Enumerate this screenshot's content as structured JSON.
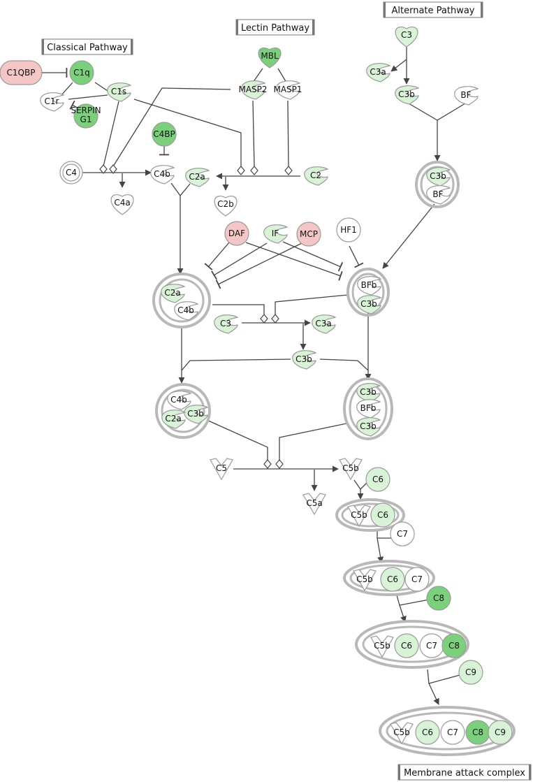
{
  "colors": {
    "light_green": "#d9f3d6",
    "green": "#7bd17b",
    "pink": "#f5c6c6",
    "white": "#ffffff",
    "complex_ring": "#b8b8b8",
    "edge": "#444444"
  },
  "pathway_boxes": [
    {
      "id": "classical",
      "label": "Classical Pathway"
    },
    {
      "id": "lectin",
      "label": "Lectin Pathway"
    },
    {
      "id": "alternate",
      "label": "Alternate Pathway"
    },
    {
      "id": "mac",
      "label": "Membrane attack complex"
    }
  ],
  "nodes": [
    {
      "id": "C1QBP",
      "label": "C1QBP",
      "shape": "dumbbell",
      "fill": "pink"
    },
    {
      "id": "C1q",
      "label": "C1q",
      "shape": "circle",
      "fill": "green"
    },
    {
      "id": "C1r",
      "label": "C1r",
      "shape": "enzyme",
      "fill": "white"
    },
    {
      "id": "C1s",
      "label": "C1s",
      "shape": "enzyme",
      "fill": "light_green"
    },
    {
      "id": "SERPING1",
      "label": "SERPIN G1",
      "shape": "circle",
      "fill": "green"
    },
    {
      "id": "MBL",
      "label": "MBL",
      "shape": "heart",
      "fill": "green"
    },
    {
      "id": "MASP2",
      "label": "MASP2",
      "shape": "enzyme",
      "fill": "light_green"
    },
    {
      "id": "MASP1",
      "label": "MASP1",
      "shape": "enzyme",
      "fill": "white"
    },
    {
      "id": "C4BP",
      "label": "C4BP",
      "shape": "circle",
      "fill": "green"
    },
    {
      "id": "C4",
      "label": "C4",
      "shape": "double-circle",
      "fill": "white"
    },
    {
      "id": "C4b",
      "label": "C4b",
      "shape": "enzyme",
      "fill": "white"
    },
    {
      "id": "C4a",
      "label": "C4a",
      "shape": "heart",
      "fill": "white"
    },
    {
      "id": "C2a",
      "label": "C2a",
      "shape": "enzyme",
      "fill": "light_green"
    },
    {
      "id": "C2",
      "label": "C2",
      "shape": "enzyme",
      "fill": "light_green"
    },
    {
      "id": "C2b",
      "label": "C2b",
      "shape": "heart",
      "fill": "white"
    },
    {
      "id": "C3_alt",
      "label": "C3",
      "shape": "heart",
      "fill": "light_green"
    },
    {
      "id": "C3a_alt",
      "label": "C3a",
      "shape": "enzyme",
      "fill": "light_green"
    },
    {
      "id": "C3b_alt",
      "label": "C3b",
      "shape": "enzyme",
      "fill": "light_green"
    },
    {
      "id": "BF",
      "label": "BF",
      "shape": "enzyme",
      "fill": "white"
    },
    {
      "id": "DAF",
      "label": "DAF",
      "shape": "circle",
      "fill": "pink"
    },
    {
      "id": "IF",
      "label": "IF",
      "shape": "enzyme",
      "fill": "light_green"
    },
    {
      "id": "MCP",
      "label": "MCP",
      "shape": "circle",
      "fill": "pink"
    },
    {
      "id": "HF1",
      "label": "HF1",
      "shape": "circle",
      "fill": "white"
    },
    {
      "id": "C3_mid",
      "label": "C3",
      "shape": "enzyme",
      "fill": "light_green"
    },
    {
      "id": "C3a_mid",
      "label": "C3a",
      "shape": "enzyme",
      "fill": "light_green"
    },
    {
      "id": "C3b_mid",
      "label": "C3b",
      "shape": "enzyme",
      "fill": "light_green"
    },
    {
      "id": "C5",
      "label": "C5",
      "shape": "v",
      "fill": "white"
    },
    {
      "id": "C5b",
      "label": "C5b",
      "shape": "v",
      "fill": "white"
    },
    {
      "id": "C5a",
      "label": "C5a",
      "shape": "v",
      "fill": "white"
    },
    {
      "id": "C6",
      "label": "C6",
      "shape": "circle",
      "fill": "light_green"
    },
    {
      "id": "C7",
      "label": "C7",
      "shape": "circle",
      "fill": "white"
    },
    {
      "id": "C8",
      "label": "C8",
      "shape": "circle",
      "fill": "green"
    },
    {
      "id": "C9",
      "label": "C9",
      "shape": "circle",
      "fill": "light_green"
    }
  ],
  "complexes": [
    {
      "id": "C3bBF",
      "members": [
        {
          "label": "C3b",
          "fill": "light_green"
        },
        {
          "label": "BF",
          "fill": "white"
        }
      ]
    },
    {
      "id": "C4b2a",
      "members": [
        {
          "label": "C2a",
          "fill": "light_green"
        },
        {
          "label": "C4b",
          "fill": "white"
        }
      ]
    },
    {
      "id": "BFbC3b",
      "members": [
        {
          "label": "BFb",
          "fill": "white"
        },
        {
          "label": "C3b",
          "fill": "light_green"
        }
      ]
    },
    {
      "id": "C4b2a3b",
      "members": [
        {
          "label": "C4b",
          "fill": "white"
        },
        {
          "label": "C3b",
          "fill": "light_green"
        },
        {
          "label": "C2a",
          "fill": "light_green"
        }
      ]
    },
    {
      "id": "C3bBFbC3b",
      "members": [
        {
          "label": "C3b",
          "fill": "light_green"
        },
        {
          "label": "BFb",
          "fill": "white"
        },
        {
          "label": "C3b",
          "fill": "light_green"
        }
      ]
    },
    {
      "id": "C5b6",
      "members": [
        {
          "label": "C5b",
          "fill": "white"
        },
        {
          "label": "C6",
          "fill": "light_green"
        }
      ]
    },
    {
      "id": "C5b67",
      "members": [
        {
          "label": "C5b",
          "fill": "white"
        },
        {
          "label": "C6",
          "fill": "light_green"
        },
        {
          "label": "C7",
          "fill": "white"
        }
      ]
    },
    {
      "id": "C5b678",
      "members": [
        {
          "label": "C5b",
          "fill": "white"
        },
        {
          "label": "C6",
          "fill": "light_green"
        },
        {
          "label": "C7",
          "fill": "white"
        },
        {
          "label": "C8",
          "fill": "green"
        }
      ]
    },
    {
      "id": "C5b6789",
      "members": [
        {
          "label": "C5b",
          "fill": "white"
        },
        {
          "label": "C6",
          "fill": "light_green"
        },
        {
          "label": "C7",
          "fill": "white"
        },
        {
          "label": "C8",
          "fill": "green"
        },
        {
          "label": "C9",
          "fill": "light_green"
        }
      ]
    }
  ]
}
